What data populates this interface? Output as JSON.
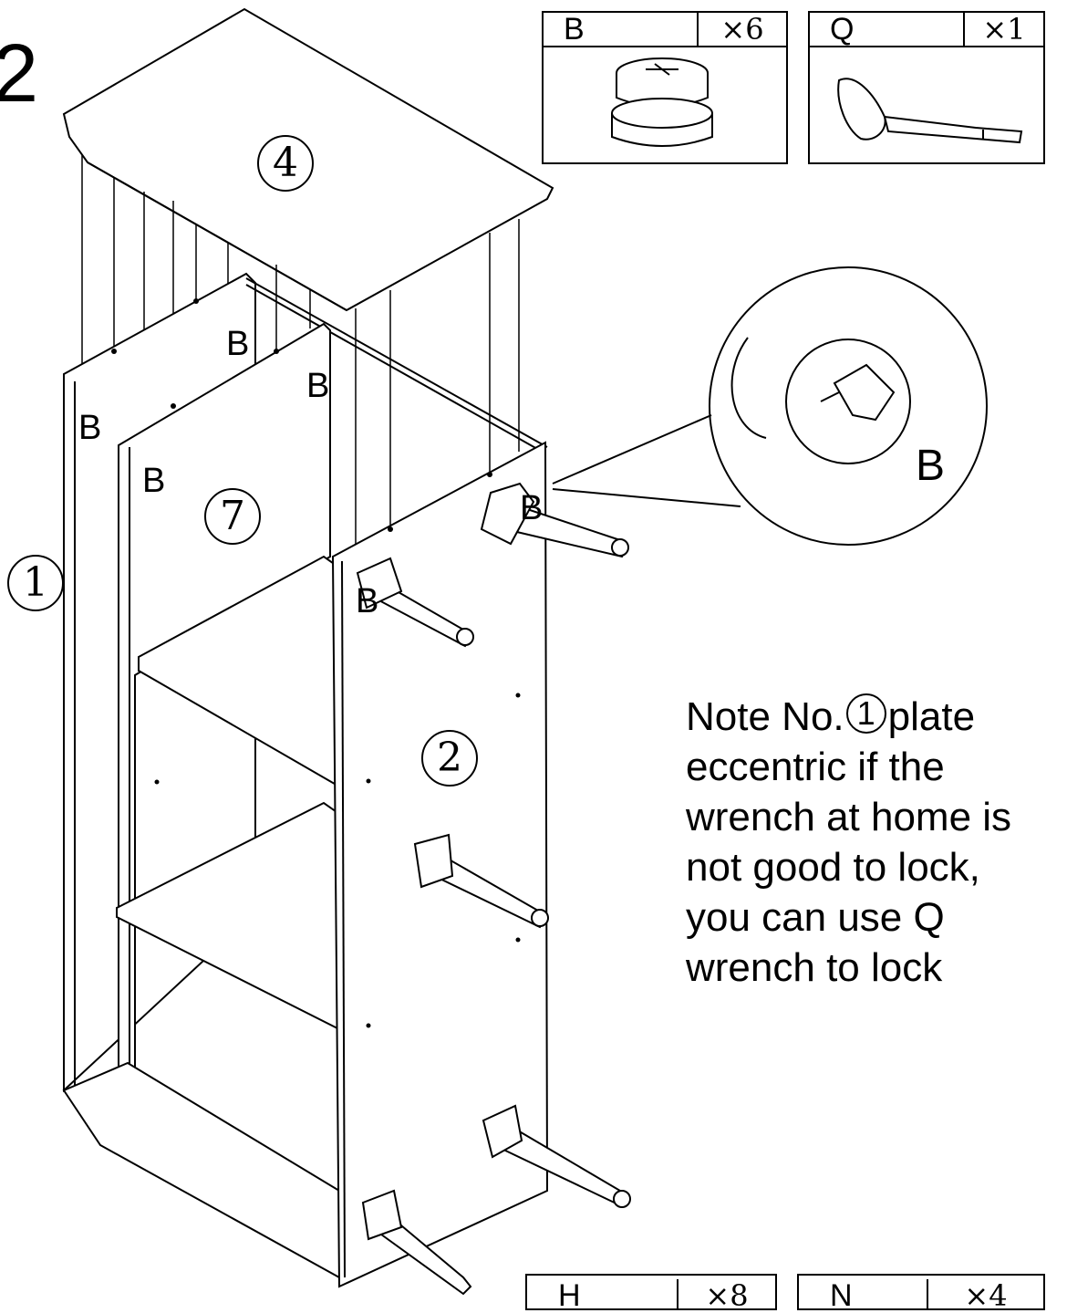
{
  "step": {
    "number": "2"
  },
  "hardware": [
    {
      "letter": "B",
      "qty": "×6",
      "icon": "cam-lock-icon"
    },
    {
      "letter": "Q",
      "qty": "×1",
      "icon": "wrench-icon"
    },
    {
      "letter": "H",
      "qty": "×8",
      "icon": ""
    },
    {
      "letter": "N",
      "qty": "×4",
      "icon": ""
    }
  ],
  "parts": {
    "p1": "1",
    "p2": "2",
    "p4": "4",
    "p7": "7"
  },
  "callouts": {
    "b": "B"
  },
  "note": {
    "before": "Note No.",
    "plate_no": "1",
    "after": "plate eccentric if the wrench at home is not good to lock, you can use Q wrench to lock"
  }
}
